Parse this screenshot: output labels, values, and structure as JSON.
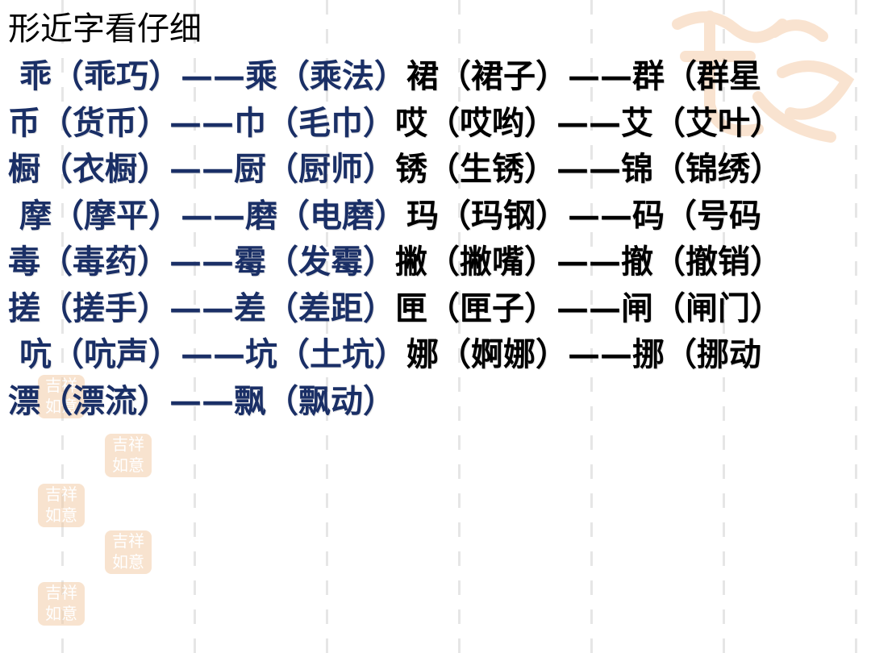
{
  "title": "形近字看仔细",
  "colors": {
    "pair_a": "#1a2f66",
    "pair_b": "#000000",
    "stamp": "#f2c9a0"
  },
  "rows": [
    {
      "a": "乖（乖巧）——乘（乘法）",
      "b": "裙（裙子）——群（群星",
      "indent": true
    },
    {
      "a": "币（货币）——巾（毛巾）",
      "b": "哎（哎哟）——艾（艾叶）",
      "indent": false
    },
    {
      "a": "橱（衣橱）——厨（厨师）",
      "b": "锈（生锈）——锦（锦绣）",
      "indent": false
    },
    {
      "a": "摩（摩平）——磨（电磨）",
      "b": "玛（玛钢）——码（号码",
      "indent": true
    },
    {
      "a": "毒（毒药）——霉（发霉）",
      "b": "撇（撇嘴）——撤（撤销）",
      "indent": false
    },
    {
      "a": "搓（搓手）——差（差距）",
      "b": "匣（匣子）——闸（闸门）",
      "indent": false
    },
    {
      "a": "吭（吭声）——坑（土坑）",
      "b": "娜（婀娜）——挪（挪动",
      "indent": true
    },
    {
      "a": "漂（漂流）——飘（飘动）",
      "b": "",
      "indent": false
    }
  ]
}
